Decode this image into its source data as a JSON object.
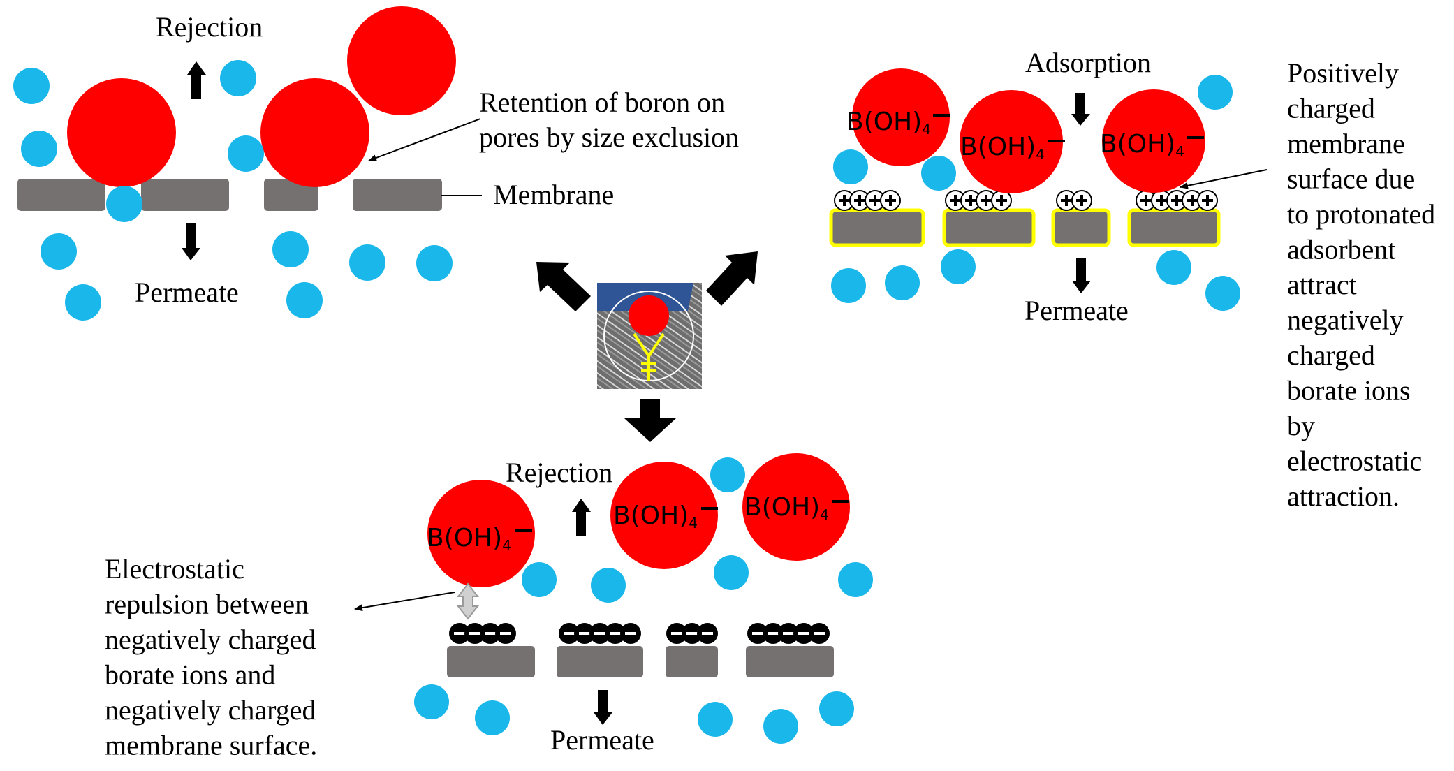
{
  "panel_size_exclusion": {
    "rejection": "Rejection",
    "permeate": "Permeate",
    "membrane": "Membrane",
    "retention_line1": "Retention of boron on",
    "retention_line2": "pores by size exclusion"
  },
  "panel_adsorption": {
    "adsorption": "Adsorption",
    "permeate": "Permeate",
    "ion_label": "B(OH)",
    "ion_subscript": "4",
    "description_lines": [
      "Positively",
      "charged",
      "membrane",
      "surface due",
      "to protonated",
      "adsorbent",
      "attract",
      "negatively",
      "charged",
      "borate ions",
      "by",
      "electrostatic",
      "attraction."
    ]
  },
  "panel_electrostatic": {
    "rejection": "Rejection",
    "permeate": "Permeate",
    "ion_label": "B(OH)",
    "ion_subscript": "4",
    "description_lines": [
      "Electrostatic",
      "repulsion between",
      "negatively charged",
      "borate ions and",
      "negatively charged",
      "membrane surface."
    ]
  },
  "colors": {
    "boron": "#ff0000",
    "water": "#1ab7ea",
    "membrane": "#767171",
    "adsorbent_outline": "#ffff00",
    "center_image_sky": "#2f5597"
  }
}
